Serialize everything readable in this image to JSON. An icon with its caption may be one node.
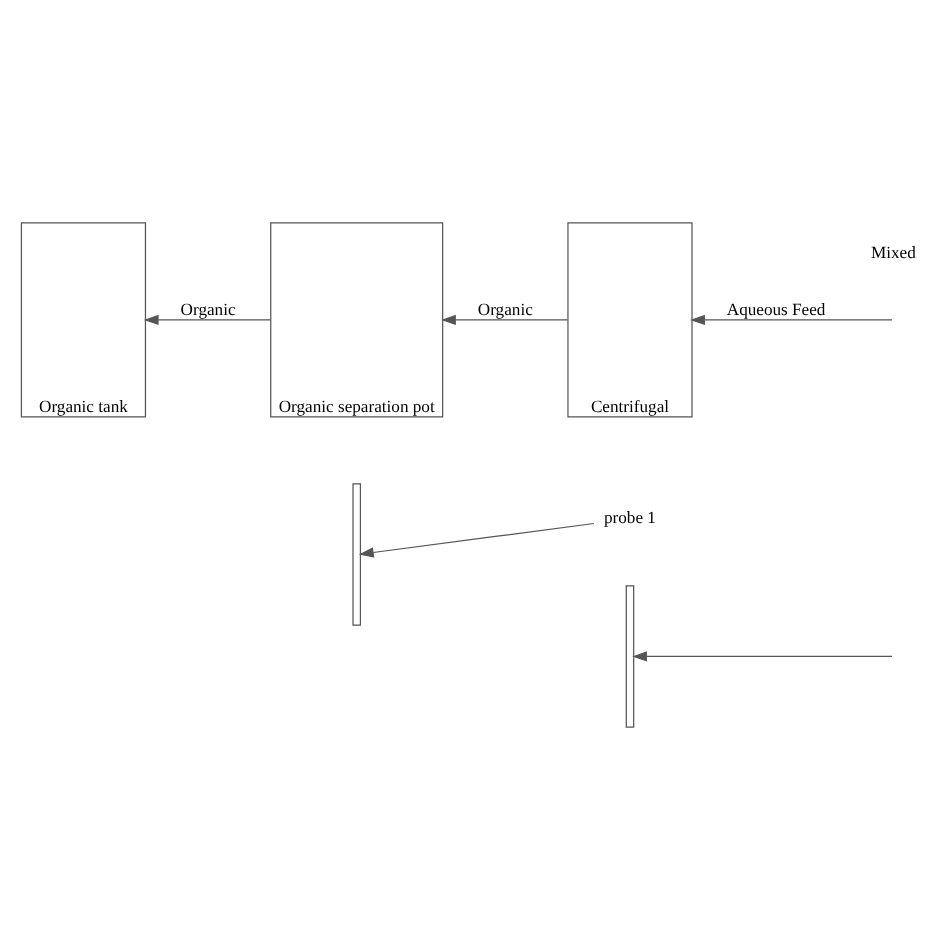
{
  "diagram": {
    "nodes": [
      {
        "text": [
          "probe 1"
        ]
      },
      {
        "text": [],
        "shape": "bar"
      },
      {
        "text": [],
        "shape": "bar"
      },
      {
        "text": [
          "Organic tank"
        ]
      },
      {
        "text": [
          "Organic separation pot"
        ]
      },
      {
        "text": [
          "Centrifugal"
        ]
      }
    ],
    "edges": [
      {
        "from": 0,
        "to": 1,
        "arrow": "to"
      },
      {
        "from": null,
        "to": 2,
        "arrow": "to"
      },
      {
        "from": 5,
        "to": 4,
        "arrow": "to",
        "label": "Organic"
      },
      {
        "from": 4,
        "to": 3,
        "arrow": "to",
        "label": "Organic"
      },
      {
        "from": null,
        "to": 5,
        "arrow": "to",
        "label": "Aqueous Feed"
      }
    ],
    "labels": [
      "Mixed"
    ]
  }
}
